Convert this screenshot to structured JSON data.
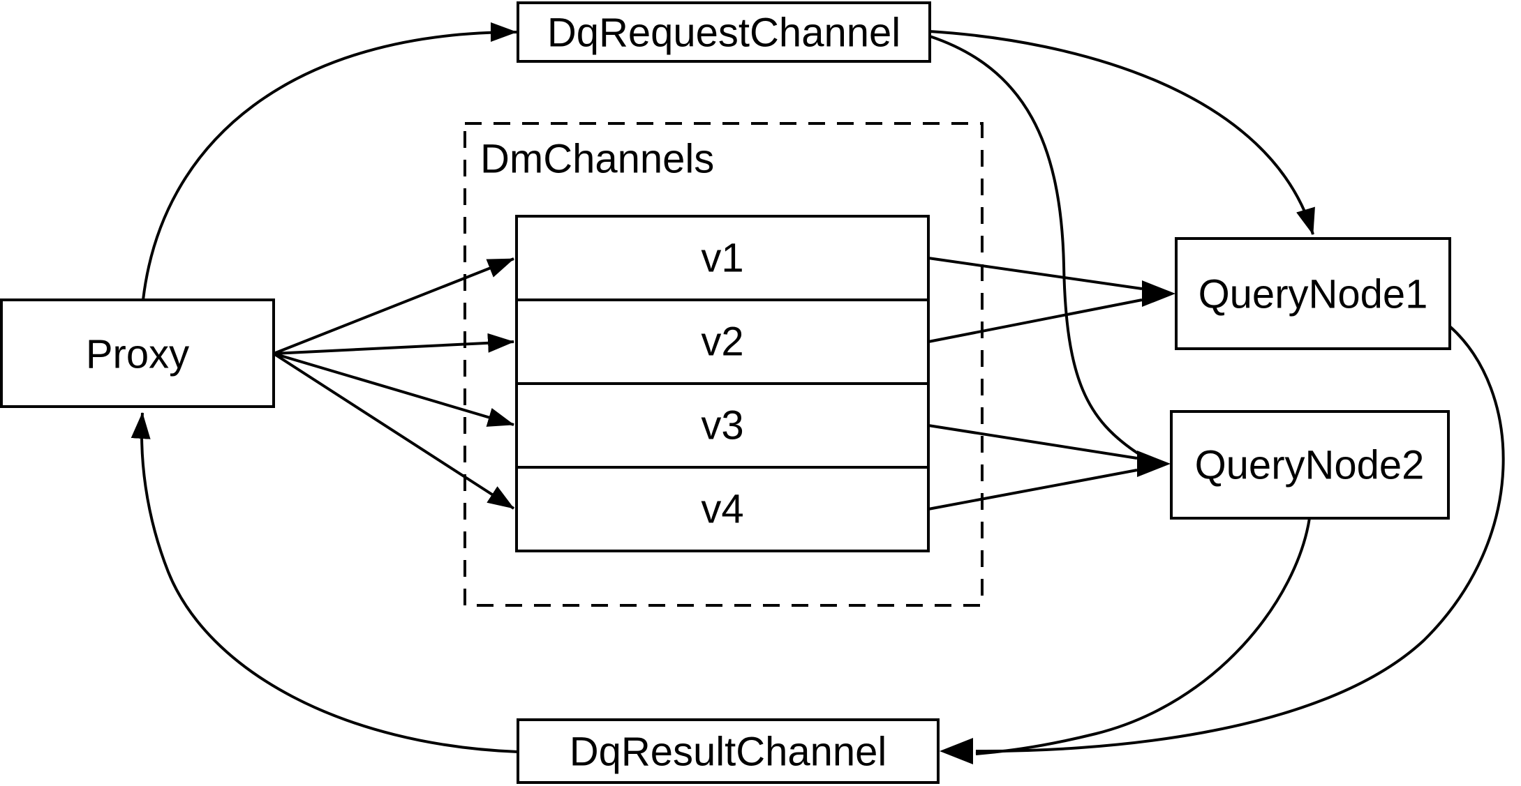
{
  "diagram": {
    "background_color": "#ffffff",
    "stroke_color": "#000000",
    "box_fill_color": "#ffffff",
    "nodes": {
      "proxy": {
        "label": "Proxy"
      },
      "dq_request_channel": {
        "label": "DqRequestChannel"
      },
      "dm_channels": {
        "label": "DmChannels",
        "channels": [
          {
            "label": "v1"
          },
          {
            "label": "v2"
          },
          {
            "label": "v3"
          },
          {
            "label": "v4"
          }
        ]
      },
      "query_node_1": {
        "label": "QueryNode1"
      },
      "query_node_2": {
        "label": "QueryNode2"
      },
      "dq_result_channel": {
        "label": "DqResultChannel"
      }
    },
    "edges": [
      {
        "from": "Proxy",
        "to": "DqRequestChannel"
      },
      {
        "from": "DqRequestChannel",
        "to": "QueryNode1"
      },
      {
        "from": "DqRequestChannel",
        "to": "QueryNode2"
      },
      {
        "from": "Proxy",
        "to": "v1"
      },
      {
        "from": "Proxy",
        "to": "v2"
      },
      {
        "from": "Proxy",
        "to": "v3"
      },
      {
        "from": "Proxy",
        "to": "v4"
      },
      {
        "from": "v1",
        "to": "QueryNode1"
      },
      {
        "from": "v2",
        "to": "QueryNode1"
      },
      {
        "from": "v3",
        "to": "QueryNode2"
      },
      {
        "from": "v4",
        "to": "QueryNode2"
      },
      {
        "from": "QueryNode1",
        "to": "DqResultChannel"
      },
      {
        "from": "QueryNode2",
        "to": "DqResultChannel"
      },
      {
        "from": "DqResultChannel",
        "to": "Proxy"
      }
    ]
  }
}
